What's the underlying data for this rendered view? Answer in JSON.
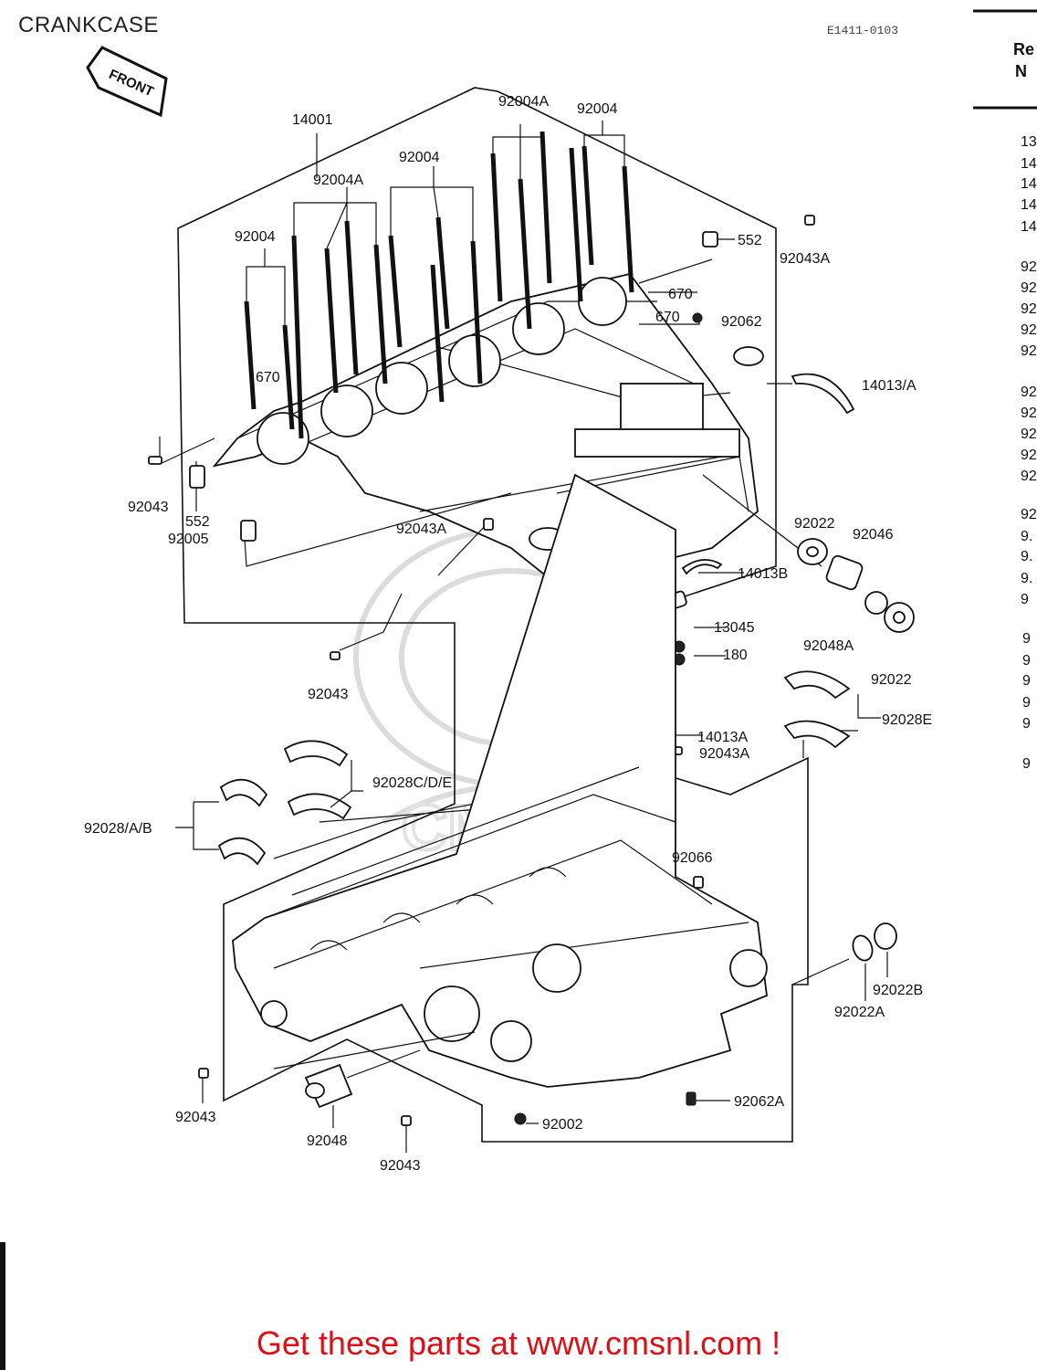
{
  "title": "CRANKCASE",
  "diagram_code": "E1411-0103",
  "front_arrow_label": "FRONT",
  "footer": {
    "text": "Get these parts at www.cmsnl.com !"
  },
  "ref_column": {
    "header_line1": "Re",
    "header_line2": "N",
    "rows": [
      "13",
      "14",
      "14",
      "14",
      "14",
      "92",
      "92",
      "92",
      "92",
      "92",
      "92",
      "92",
      "92",
      "92",
      "92",
      "92",
      "9.",
      "9.",
      "9.",
      "9",
      "9",
      "9",
      "9",
      "9",
      "9",
      "9"
    ]
  },
  "labels": [
    {
      "id": "14001",
      "text": "14001"
    },
    {
      "id": "92004A-top",
      "text": "92004A"
    },
    {
      "id": "92004-top",
      "text": "92004"
    },
    {
      "id": "92004-mid",
      "text": "92004"
    },
    {
      "id": "92004A-mid",
      "text": "92004A"
    },
    {
      "id": "92004-left",
      "text": "92004"
    },
    {
      "id": "552-top",
      "text": "552"
    },
    {
      "id": "92043A-top",
      "text": "92043A"
    },
    {
      "id": "670-a",
      "text": "670"
    },
    {
      "id": "670-b",
      "text": "670"
    },
    {
      "id": "92062",
      "text": "92062"
    },
    {
      "id": "670-c",
      "text": "670"
    },
    {
      "id": "14013A-top",
      "text": "14013/A"
    },
    {
      "id": "92043-left",
      "text": "92043"
    },
    {
      "id": "552-left",
      "text": "552"
    },
    {
      "id": "92005",
      "text": "92005"
    },
    {
      "id": "92043A-mid",
      "text": "92043A"
    },
    {
      "id": "92022-a",
      "text": "92022"
    },
    {
      "id": "92046",
      "text": "92046"
    },
    {
      "id": "14013B",
      "text": "14013B"
    },
    {
      "id": "92048A",
      "text": "92048A"
    },
    {
      "id": "13045",
      "text": "13045"
    },
    {
      "id": "180",
      "text": "180"
    },
    {
      "id": "92022-b",
      "text": "92022"
    },
    {
      "id": "92043-mid",
      "text": "92043"
    },
    {
      "id": "92028E",
      "text": "92028E"
    },
    {
      "id": "14013A-mid",
      "text": "14013A"
    },
    {
      "id": "92043A-low",
      "text": "92043A"
    },
    {
      "id": "92028CDE",
      "text": "92028C/D/E"
    },
    {
      "id": "92028AB",
      "text": "92028/A/B"
    },
    {
      "id": "92066",
      "text": "92066"
    },
    {
      "id": "92022B",
      "text": "92022B"
    },
    {
      "id": "92022A",
      "text": "92022A"
    },
    {
      "id": "92043-bl",
      "text": "92043"
    },
    {
      "id": "92048",
      "text": "92048"
    },
    {
      "id": "92002",
      "text": "92002"
    },
    {
      "id": "92062A",
      "text": "92062A"
    },
    {
      "id": "92043-bottom",
      "text": "92043"
    }
  ]
}
